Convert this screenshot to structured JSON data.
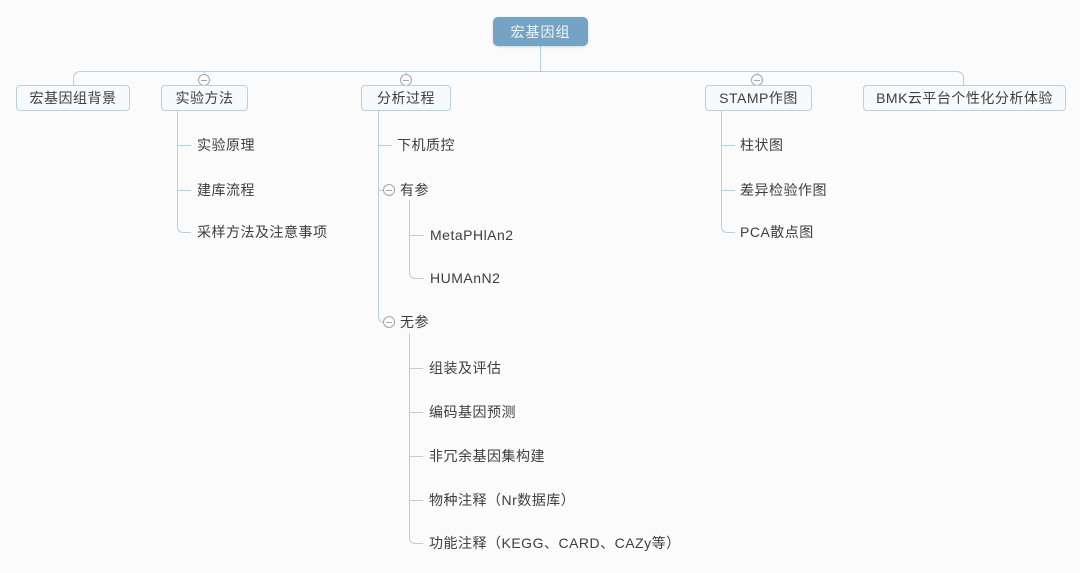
{
  "colors": {
    "background": "#fbfbfb",
    "root_fill": "#74a3c3",
    "root_text": "#f2f6f9",
    "node_fill": "#f7fafd",
    "node_border": "#b7d0e2",
    "line": "#b3cfe2",
    "text": "#3e3e3e",
    "icon": "#9fa9ae"
  },
  "icons": {
    "collapse": "minus-circle"
  },
  "mindmap": {
    "root": {
      "label": "宏基因组"
    },
    "branches": [
      {
        "label": "宏基因组背景"
      },
      {
        "label": "实验方法",
        "children": [
          {
            "label": "实验原理"
          },
          {
            "label": "建库流程"
          },
          {
            "label": "采样方法及注意事项"
          }
        ]
      },
      {
        "label": "分析过程",
        "children": [
          {
            "label": "下机质控"
          },
          {
            "label": "有参",
            "children": [
              {
                "label": "MetaPHlAn2"
              },
              {
                "label": "HUMAnN2"
              }
            ]
          },
          {
            "label": "无参",
            "children": [
              {
                "label": "组装及评估"
              },
              {
                "label": "编码基因预测"
              },
              {
                "label": "非冗余基因集构建"
              },
              {
                "label": "物种注释（Nr数据库）"
              },
              {
                "label": "功能注释（KEGG、CARD、CAZy等）"
              }
            ]
          }
        ]
      },
      {
        "label": "STAMP作图",
        "children": [
          {
            "label": "柱状图"
          },
          {
            "label": "差异检验作图"
          },
          {
            "label": "PCA散点图"
          }
        ]
      },
      {
        "label": "BMK云平台个性化分析体验"
      }
    ]
  }
}
